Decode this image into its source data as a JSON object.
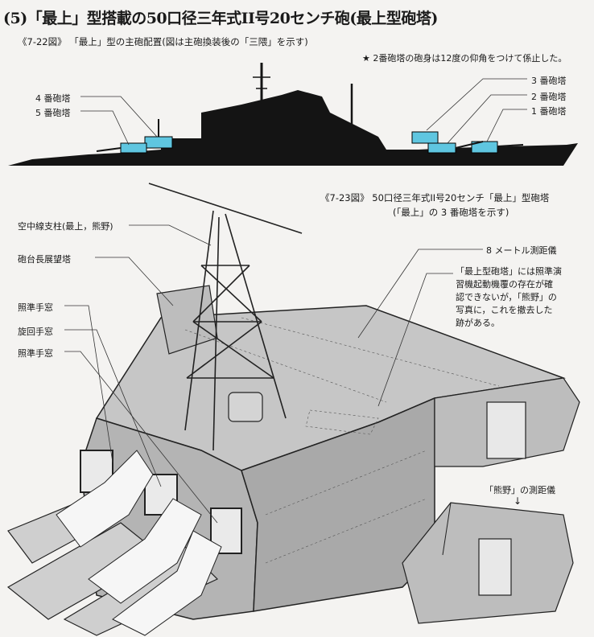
{
  "title": "(5)「最上」型搭載の50口径三年式II号20センチ砲(最上型砲塔)",
  "fig1": {
    "number": "《7-22図》",
    "caption": "「最上」型の主砲配置(図は主砲換装後の「三隈」を示す)",
    "note": "★ 2番砲塔の砲身は12度の仰角をつけて係止した。",
    "labels": {
      "turret4": "4 番砲塔",
      "turret5": "5 番砲塔",
      "turret3": "3 番砲塔",
      "turret2": "2 番砲塔",
      "turret1": "1 番砲塔"
    }
  },
  "fig2": {
    "number": "《7-23図》",
    "caption": "50口径三年式II号20センチ「最上」型砲塔",
    "subcaption": "(「最上」の 3 番砲塔を示す)",
    "labels": {
      "antenna_mast": "空中線支柱(最上，熊野)",
      "commander_tower": "砲台長展望塔",
      "sight_window_1": "照準手窓",
      "traverse_window": "旋回手窓",
      "sight_window_2": "照準手窓",
      "rangefinder": "8 メートル測距儀",
      "note_lines": [
        "「最上型砲塔」には照準演",
        "習機起動機覆の存在が確",
        "認できないが，「熊野」の",
        "写真に，これを撤去した",
        "跡がある。"
      ],
      "kumano_rangefinder": "「熊野」の測距儀"
    }
  },
  "colors": {
    "turret_highlight": "#5fc6e0",
    "silhouette": "#141414",
    "turret_body": "#bdbdbd",
    "cloth": "#f6f6f6"
  }
}
